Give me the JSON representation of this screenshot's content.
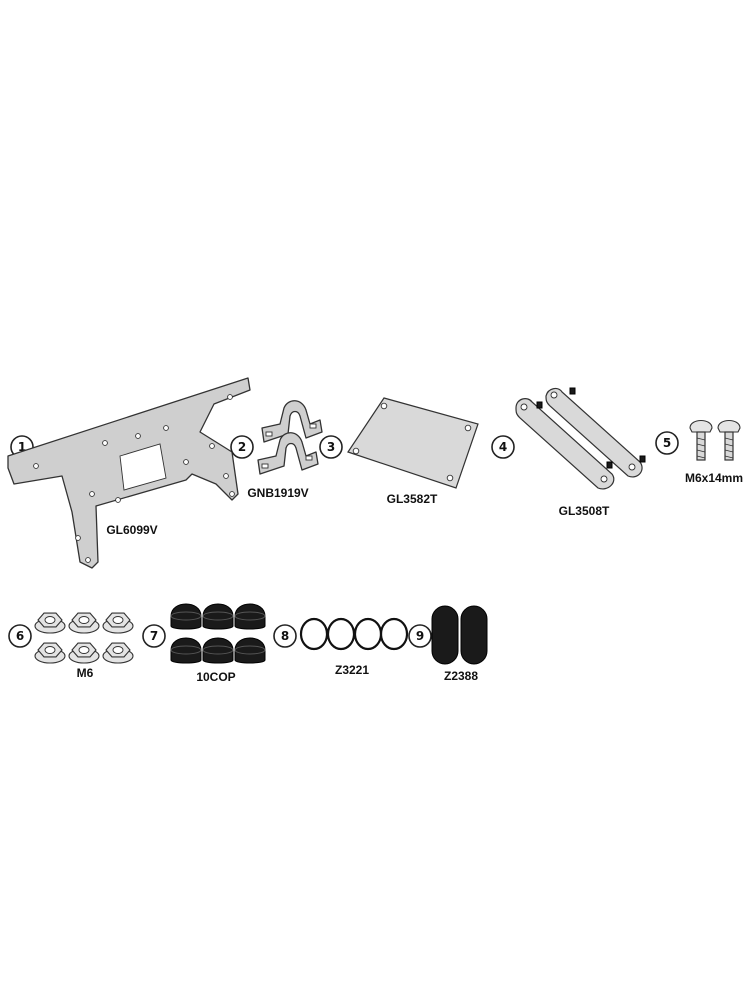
{
  "parts": [
    {
      "number": "1",
      "code": "GL6099V"
    },
    {
      "number": "2",
      "code": "GNB1919V"
    },
    {
      "number": "3",
      "code": "GL3582T"
    },
    {
      "number": "4",
      "code": "GL3508T"
    },
    {
      "number": "5",
      "code": "M6x14mm"
    },
    {
      "number": "6",
      "code": "M6"
    },
    {
      "number": "7",
      "code": "10COP"
    },
    {
      "number": "8",
      "code": "Z3221"
    },
    {
      "number": "9",
      "code": "Z2388"
    }
  ]
}
